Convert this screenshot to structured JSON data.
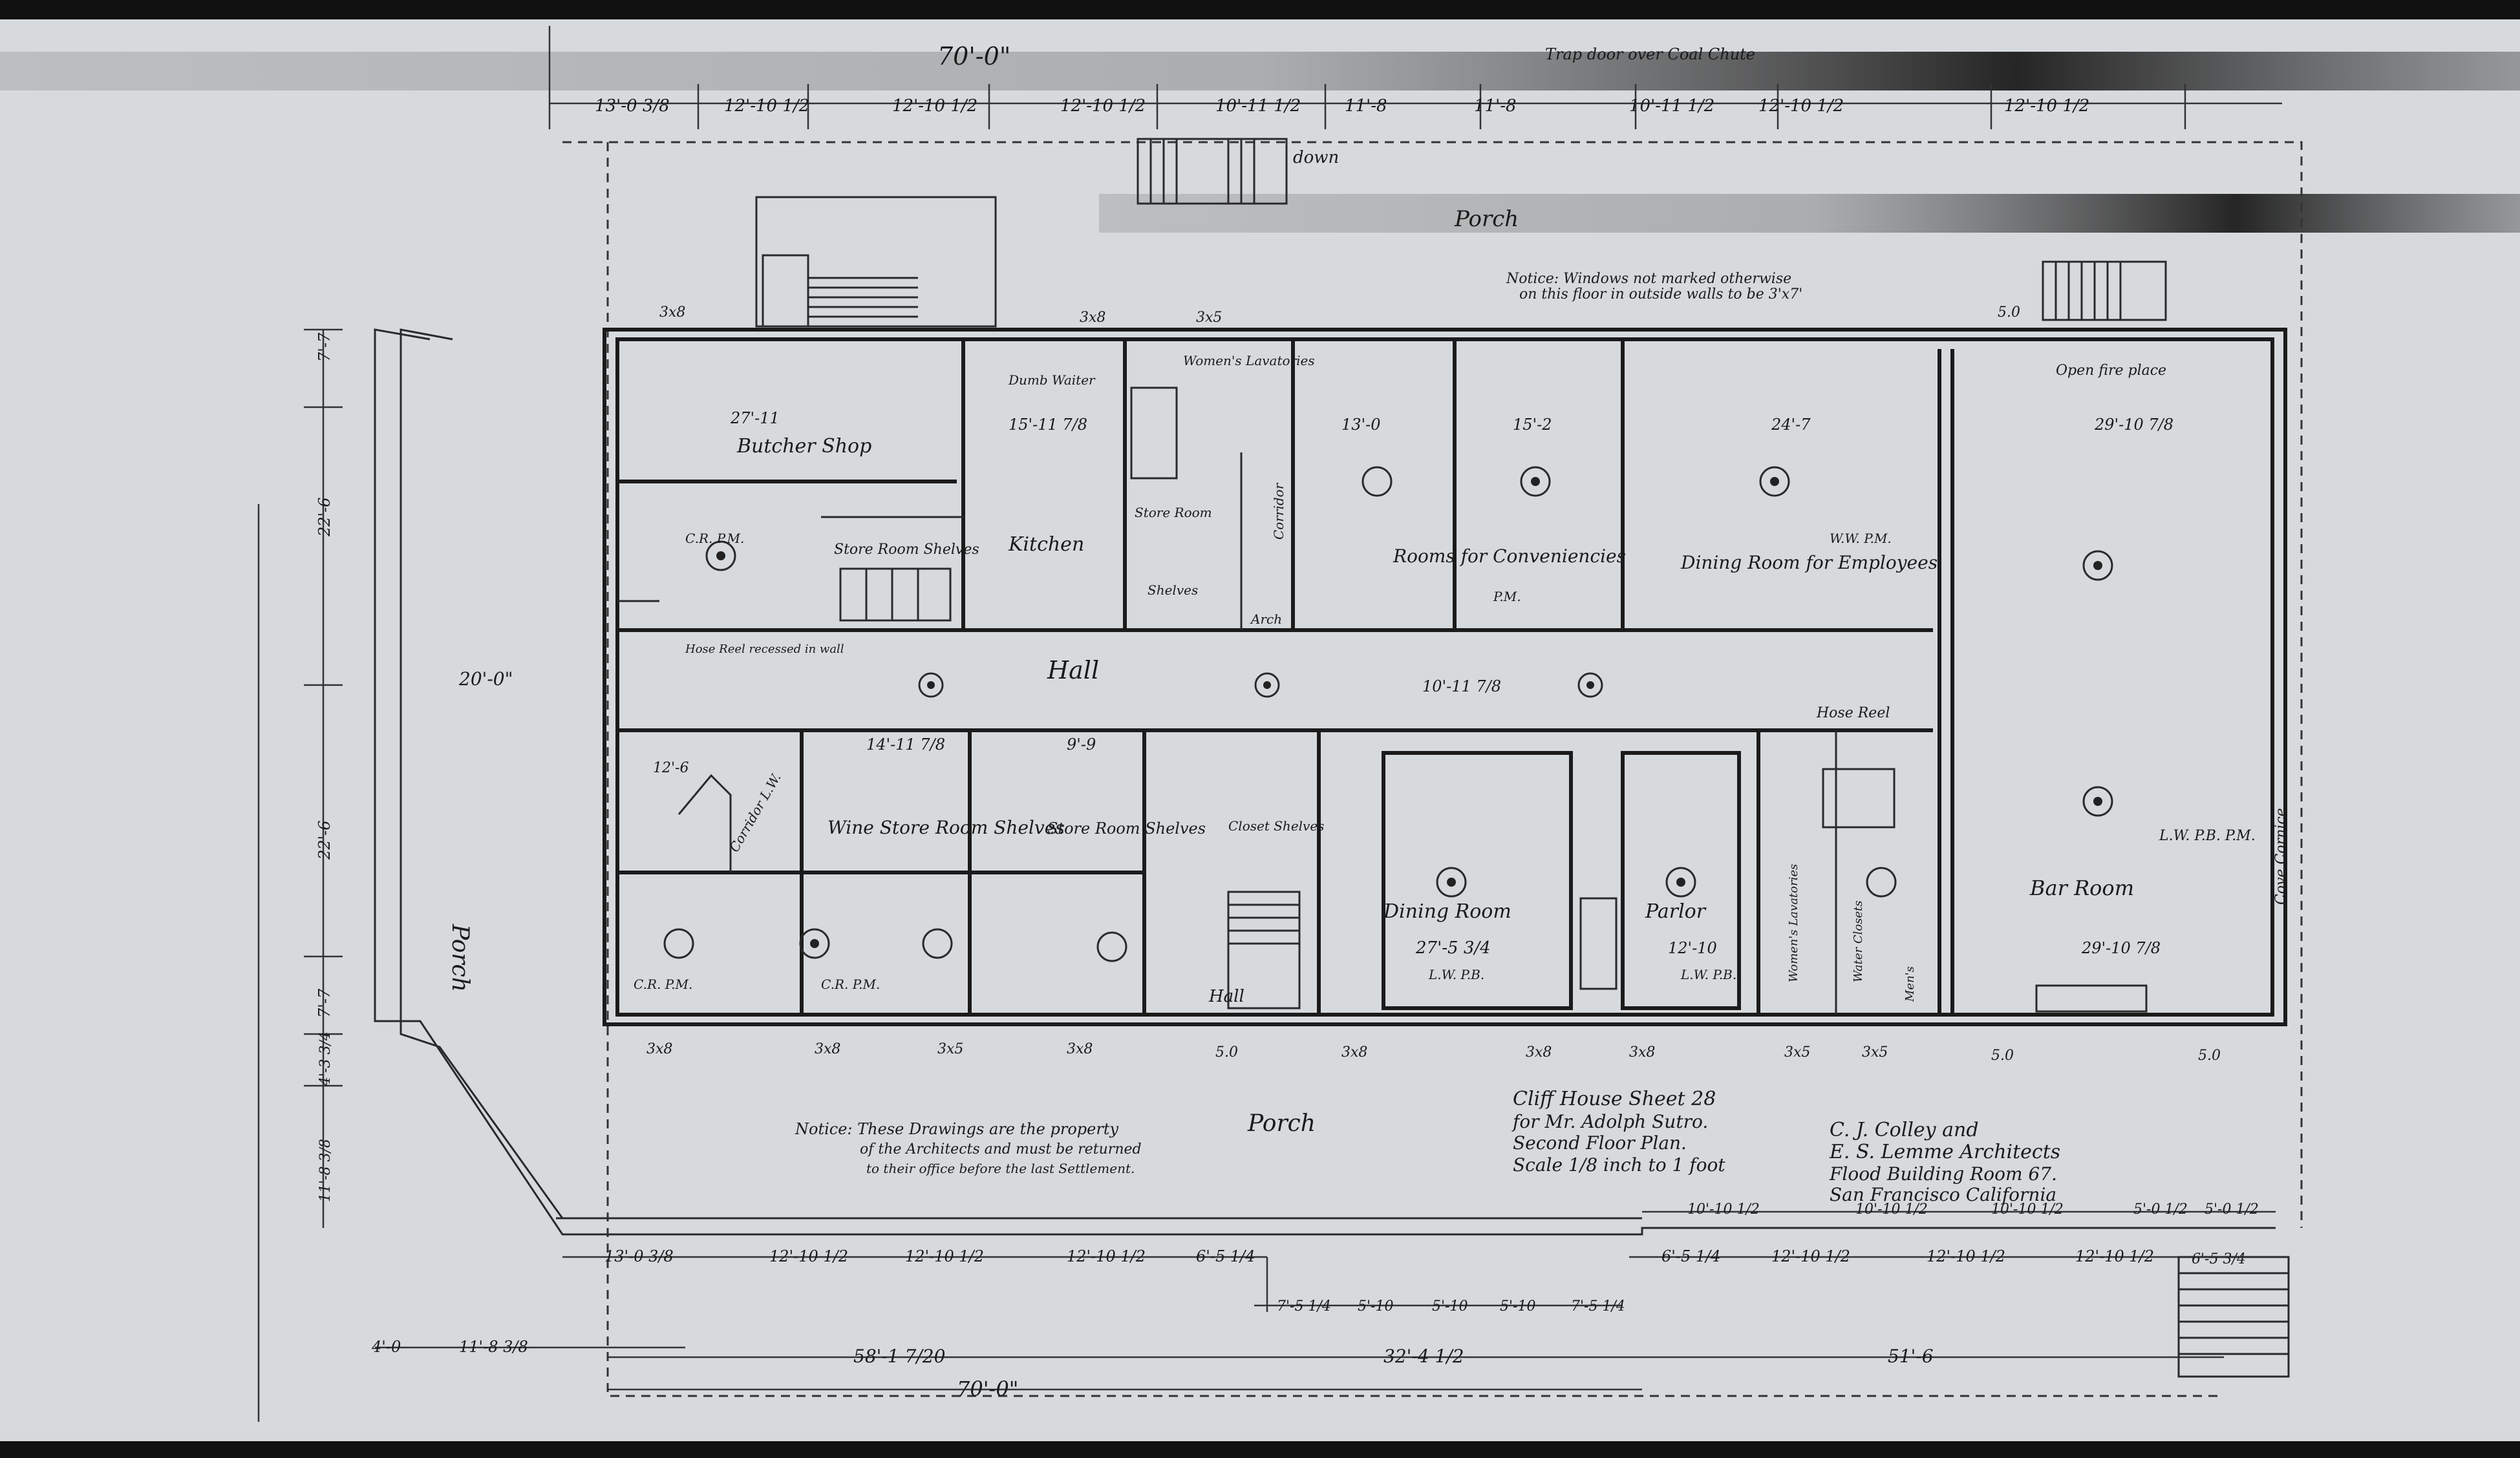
{
  "title_block": {
    "line1": "Cliff House Sheet 28",
    "line2": "for Mr. Adolph Sutro.",
    "line3": "Second Floor Plan.",
    "line4": "Scale 1/8 inch to 1 foot"
  },
  "architects": {
    "line1": "C. J. Colley and",
    "line2": "E. S. Lemme  Architects",
    "line3": "Flood Building Room 67.",
    "line4": "San Francisco California"
  },
  "notice_drawings": {
    "line1": "Notice: These Drawings are the property",
    "line2": "of the Architects and must be returned",
    "line3": "to their office before the last Settlement."
  },
  "notice_windows": {
    "line1": "Notice: Windows not marked otherwise",
    "line2": "on this floor in outside walls to be 3'x7'"
  },
  "rooms": {
    "butcher": "Butcher Shop",
    "store_room_shelves": "Store Room Shelves",
    "kitchen": "Kitchen",
    "dumb_waiter": "Dumb Waiter",
    "womens_lav": "Women's Lavatories",
    "store_room2": "Store Room",
    "shelves": "Shelves",
    "corridor": "Corridor",
    "arch": "Arch",
    "rooms_conv": "Rooms for Conveniencies",
    "dining_emp": "Dining Room for Employees",
    "hall": "Hall",
    "wine_store": "Wine Store Room Shelves",
    "store_room3": "Store Room Shelves",
    "corridor_lw": "Corridor L.W.",
    "closet": "Closet Shelves",
    "hall2": "Hall",
    "dining": "Dining Room",
    "parlor": "Parlor",
    "bar_room": "Bar Room",
    "porch_top": "Porch",
    "porch_left": "Porch",
    "porch_bottom": "Porch",
    "open_fireplace": "Open fire place",
    "cove_cornice": "Cove Cornice",
    "hose_reel": "Hose Reel",
    "hose_reel2": "Hose Reel recessed in wall",
    "trap_door": "Trap door over Coal Chute",
    "down": "down",
    "womens_lav2": "Women's Lavatories",
    "water_closets": "Water Closets",
    "mens": "Men's"
  },
  "dims": {
    "d70a": "70'-0\"",
    "d13_0_a": "13'-0 3/8",
    "d12_10_a": "12'-10 1/2",
    "d12_10_b": "12'-10 1/2",
    "d12_10_c": "12'-10 1/2",
    "d10_11": "10'-11 1/2",
    "d11_8a": "11'-8",
    "d11_8b": "11'-8",
    "d10_11b": "10'-11 1/2",
    "d12_10_d": "12'-10 1/2",
    "d12_10_e": "12'-10 1/2",
    "r27_11": "27'-11",
    "r15_11": "15'-11 7/8",
    "r13_0": "13'-0",
    "r15_2": "15'-2",
    "r24_7": "24'-7",
    "r29_10a": "29'-10 7/8",
    "r10_11": "10'-11 7/8",
    "r20_0": "20'-0\"",
    "r14_11": "14'-11 7/8",
    "r9_9": "9'-9",
    "r27_5": "27'-5 3/4",
    "r12_10": "12'-10",
    "r29_10b": "29'-10 7/8",
    "r12_6": "12'-6",
    "l7_7a": "7'-7",
    "l22_6a": "22'-6",
    "l22_6b": "22'-6",
    "l7_7b": "7'-7",
    "l4_3": "4'-3 3/4",
    "l11_8": "11'-8 3/8",
    "b13_0": "13'-0 3/8",
    "b12_10a": "12'-10 1/2",
    "b12_10b": "12'-10 1/2",
    "b6_5": "6'-5 1/4",
    "b6_5b": "6'-5 1/4",
    "b12_10c": "12'-10 1/2",
    "b12_10d": "12'-10 1/2",
    "b12_10e": "12'-10 1/2",
    "b7_5a": "7'-5 1/4",
    "b5_10a": "5'-10",
    "b5_10b": "5'-10",
    "b5_10c": "5'-10",
    "b7_5b": "7'-5 1/4",
    "b4_0": "4'-0",
    "b11_8": "11'-8 3/8",
    "b58": "58'-1 7/20",
    "b32": "32'-4 1/2",
    "b51": "51'-6",
    "b70": "70'-0\"",
    "b6_5c": "6'-5 3/4",
    "b10_10": "10'-10 1/2",
    "b10_10b": "10'-10 1/2",
    "b10_10c": "10'-10 1/2",
    "b5_0": "5'-0 1/2",
    "b5_0b": "5'-0 1/2",
    "w3x8": "3x8",
    "w3x5": "3x5",
    "w5_0": "5.0",
    "w3x7": "3x7",
    "cr_pm": "C.R. P.M.",
    "lw_pb": "L.W. P.B.",
    "ww_pm": "W.W. P.M.",
    "pm": "P.M.",
    "lw_pb_pm": "L.W. P.B. P.M."
  }
}
